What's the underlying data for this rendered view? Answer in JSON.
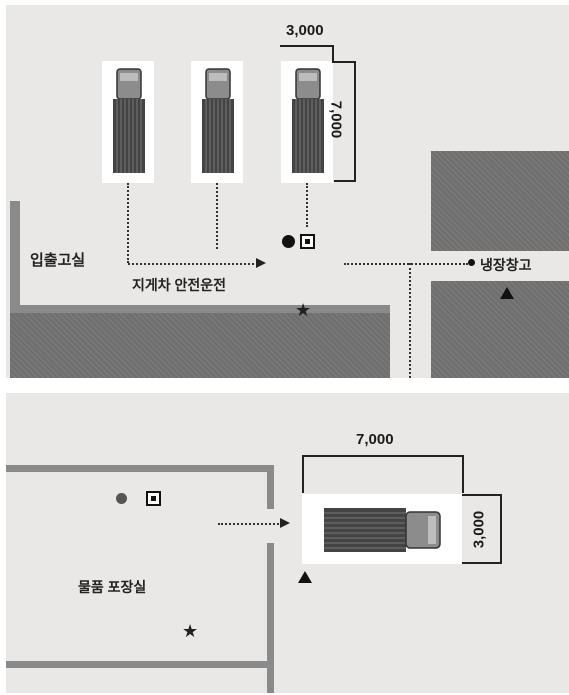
{
  "top_panel": {
    "dim_width": "3,000",
    "dim_length": "7,000",
    "room_label": "입출고실",
    "route_label": "지게차 안전운전",
    "storage_label": "냉장창고",
    "symbols": [
      "circle-marker",
      "square-marker",
      "star-marker",
      "triangle-marker"
    ]
  },
  "bottom_panel": {
    "dim_length": "7,000",
    "dim_width": "3,000",
    "room_label": "물품 포장실",
    "symbols": [
      "circle-marker",
      "square-marker",
      "star-marker",
      "triangle-marker"
    ]
  },
  "colors": {
    "floor": "#e9e8e6",
    "hatched_wall": "#6f6f6f",
    "wall_line": "#8a8a8a",
    "truck_cab": "#8c8c8c",
    "truck_cargo": "#444444"
  }
}
